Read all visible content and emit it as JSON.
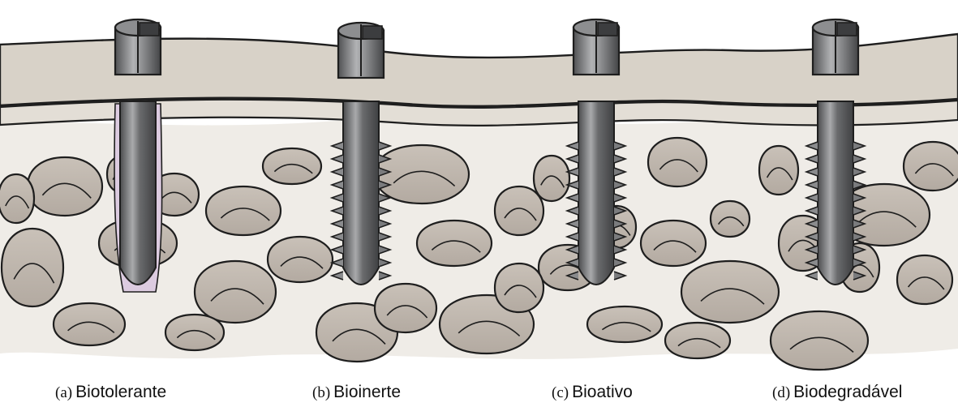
{
  "figure": {
    "panels": [
      {
        "letter": "(a)",
        "name": "Biotolerante"
      },
      {
        "letter": "(b)",
        "name": "Bioinerte"
      },
      {
        "letter": "(c)",
        "name": "Bioativo"
      },
      {
        "letter": "(d)",
        "name": "Biodegradável"
      }
    ]
  },
  "colors": {
    "background": "#ffffff",
    "soft_tissue": "#d8d2c8",
    "bone_fill": "#bcb3aa",
    "bone_cavity": "#a8a099",
    "screw_dark": "#5d5e60",
    "screw_light": "#9a9b9d",
    "fibrous_capsule": "#dccbe0",
    "outline": "#1e1e1e"
  },
  "icons": [
    "screw-icon"
  ]
}
